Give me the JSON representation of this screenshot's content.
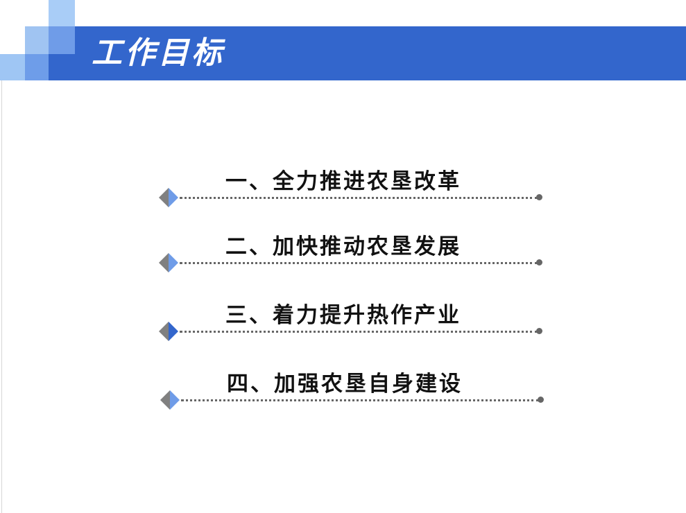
{
  "slide": {
    "title": "工作目标",
    "colors": {
      "banner": "#3366cc",
      "light_square": "#a9cdf7",
      "mid_square": "#6f9ce8",
      "diamond_gray": "#808080",
      "diamond_blue": "#6f9ce8",
      "diamond_dark_blue": "#3366cc",
      "dot_line": "#666666"
    },
    "items": [
      {
        "label": "一、全力推进农垦改革",
        "icon": "diamond-bullet-icon"
      },
      {
        "label": "二、加快推动农垦发展",
        "icon": "diamond-bullet-icon"
      },
      {
        "label": "三、着力提升热作产业",
        "icon": "diamond-bullet-icon"
      },
      {
        "label": "四、加强农垦自身建设",
        "icon": "diamond-bullet-icon"
      }
    ]
  }
}
